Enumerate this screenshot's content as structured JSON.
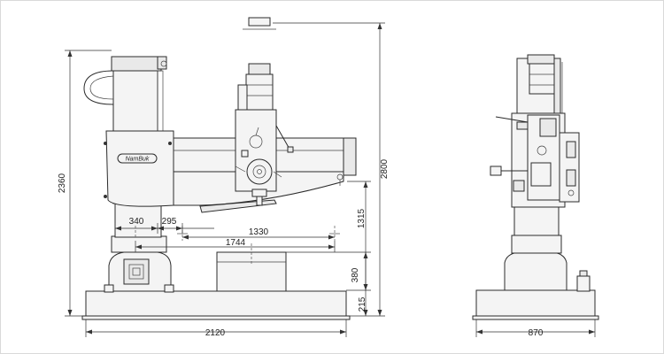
{
  "brand": "NamBuk",
  "dimensions": {
    "overall_height": "2360",
    "max_height": "2800",
    "arm_reach_inner": "340",
    "arm_reach_offset": "295",
    "radius_min": "1330",
    "radius_max": "1744",
    "spindle_to_base": "1315",
    "table_height": "380",
    "base_height": "215",
    "base_length": "2120",
    "base_width": "870"
  }
}
